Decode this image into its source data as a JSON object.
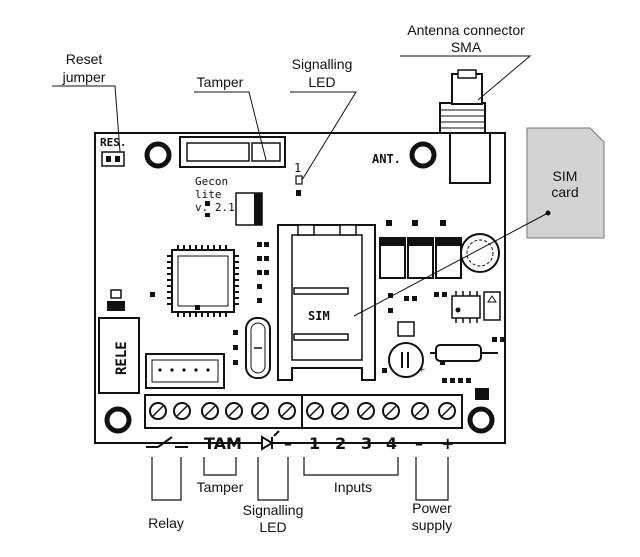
{
  "callouts": {
    "reset_jumper": [
      "Reset",
      "jumper"
    ],
    "tamper_top": "Tamper",
    "signalling_led_top": [
      "Signalling",
      "LED"
    ],
    "antenna": [
      "Antenna connector",
      "SMA"
    ],
    "sim_card": [
      "SIM",
      "card"
    ],
    "relay": "Relay",
    "tamper_bottom": "Tamper",
    "signalling_led_bottom": [
      "Signalling",
      "LED"
    ],
    "inputs": "Inputs",
    "power_supply": [
      "Power",
      "supply"
    ]
  },
  "board": {
    "res_label": "RES.",
    "ant_label": "ANT.",
    "model": [
      "Gecon",
      "lite",
      "v. 2.1"
    ],
    "sim_label": "SIM",
    "led_number": "1",
    "rele_label": "RELE"
  },
  "terminals": {
    "tam": "TAM",
    "minus": "–",
    "inputs": [
      "1",
      "2",
      "3",
      "4"
    ],
    "power_minus": "–",
    "power_plus": "+"
  }
}
